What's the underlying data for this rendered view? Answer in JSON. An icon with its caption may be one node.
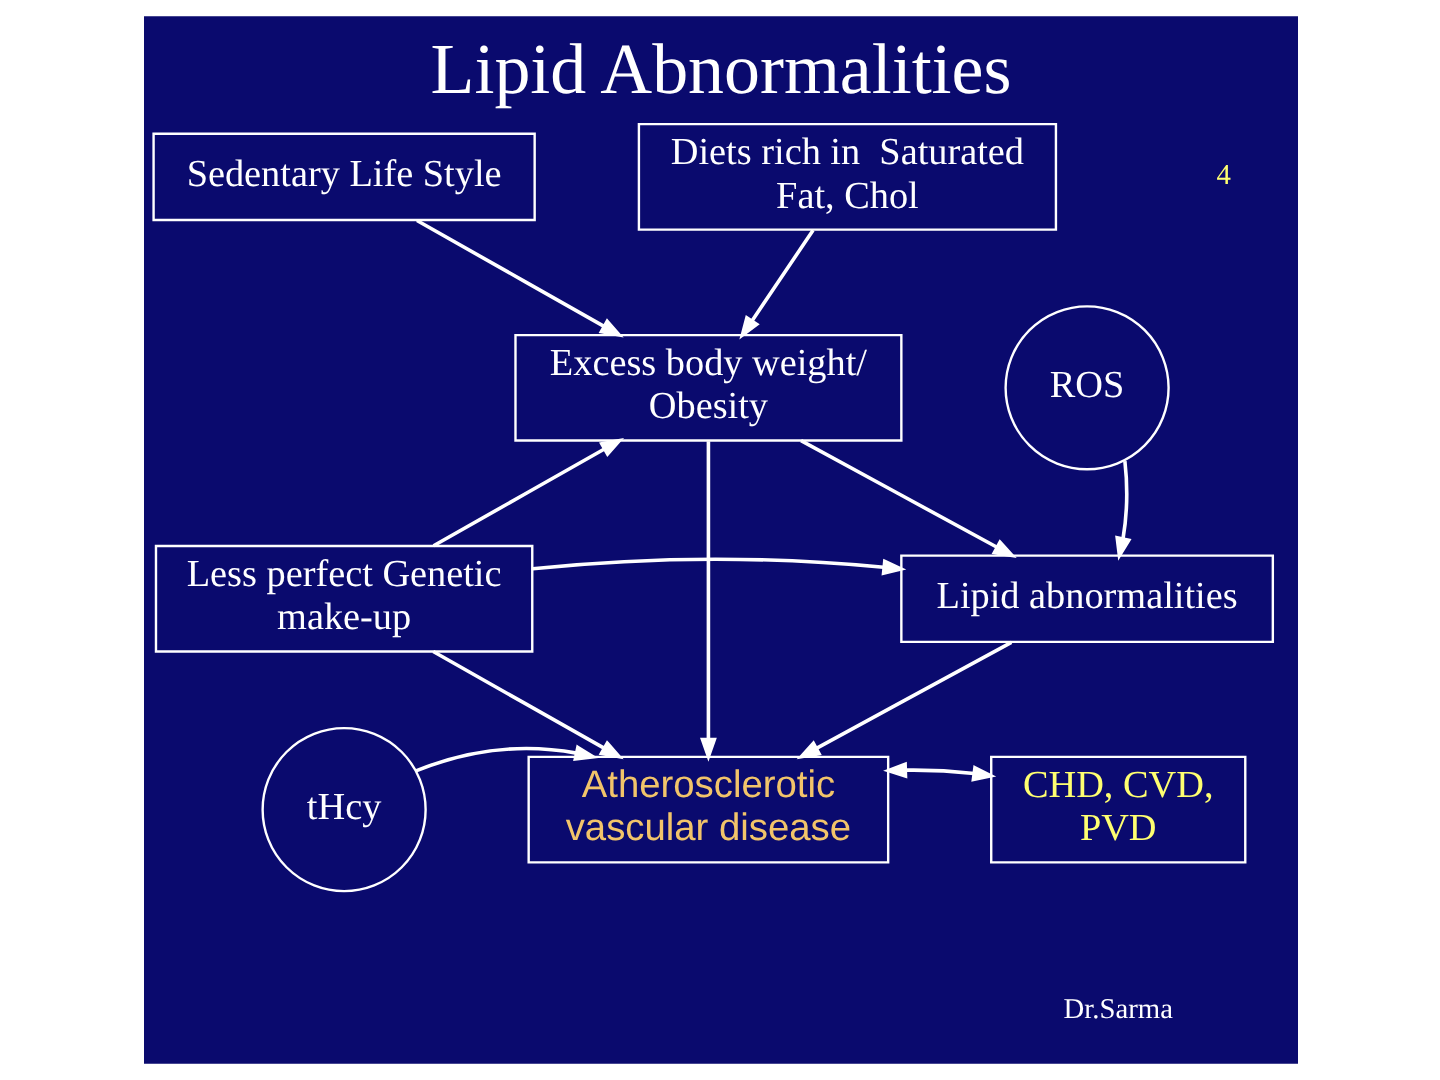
{
  "diagram": {
    "title": "Lipid Abnormalities",
    "nodes": [
      {
        "text": [
          "Sedentary Life Style"
        ]
      },
      {
        "text": [
          "Diets rich in  Saturated Fat, Chol"
        ]
      },
      {
        "text": [
          "Excess body weight/ Obesity"
        ]
      },
      {
        "text": [
          "ROS"
        ]
      },
      {
        "text": [
          "Less perfect Genetic make-up"
        ]
      },
      {
        "text": [
          "Lipid abnormalities"
        ]
      },
      {
        "text": [
          "tHcy"
        ]
      },
      {
        "text": [
          "Atherosclerotic vascular disease"
        ]
      },
      {
        "text": [
          "CHD, CVD, PVD"
        ]
      }
    ],
    "edges": [
      {
        "from": 0,
        "to": 2,
        "arrow": "to"
      },
      {
        "from": 1,
        "to": 2,
        "arrow": "to"
      },
      {
        "from": 4,
        "to": 2,
        "arrow": "to"
      },
      {
        "from": 2,
        "to": 5,
        "arrow": "to"
      },
      {
        "from": 3,
        "to": 5,
        "arrow": "to"
      },
      {
        "from": 2,
        "to": 7,
        "arrow": "to"
      },
      {
        "from": 4,
        "to": 5,
        "arrow": "to"
      },
      {
        "from": 4,
        "to": 7,
        "arrow": "to"
      },
      {
        "from": 5,
        "to": 7,
        "arrow": "to"
      },
      {
        "from": 6,
        "to": 7,
        "arrow": "to"
      },
      {
        "from": 7,
        "to": 8,
        "arrow": "both"
      }
    ],
    "labels": [
      "4",
      "Dr.Sarma"
    ]
  }
}
